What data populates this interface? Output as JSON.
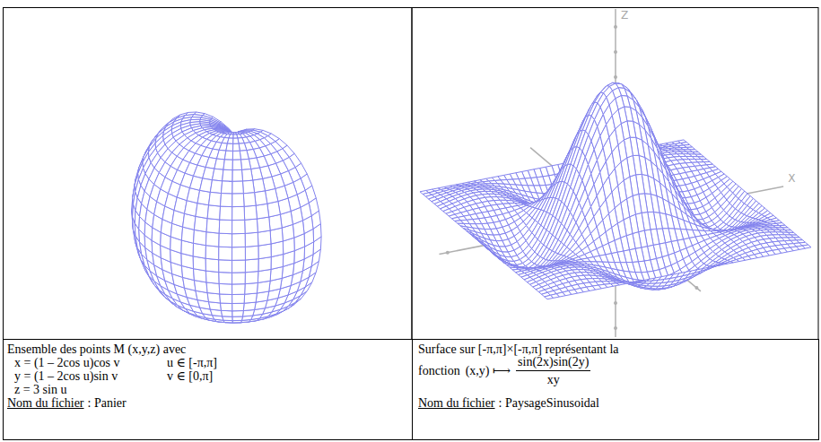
{
  "diagram": {
    "nodes": [
      {
        "text": [
          "Ensemble des points M (x,y,z) avec",
          "x = (1 – 2cos u)cos v",
          "u ∈ [-π,π]",
          "y = (1 – 2cos u)sin v",
          "v ∈ [0,π]",
          "z = 3 sin u",
          "Nom du fichier",
          ": Panier"
        ]
      },
      {
        "text": [
          "Surface sur [-π,π]×[-π,π] représentant la",
          "fonction",
          "(x,y) ⟼",
          "sin(2x)sin(2y)",
          "xy",
          "Nom du fichier",
          ": PaysageSinusoidal"
        ]
      }
    ],
    "labels": [
      "Z",
      "X"
    ]
  }
}
